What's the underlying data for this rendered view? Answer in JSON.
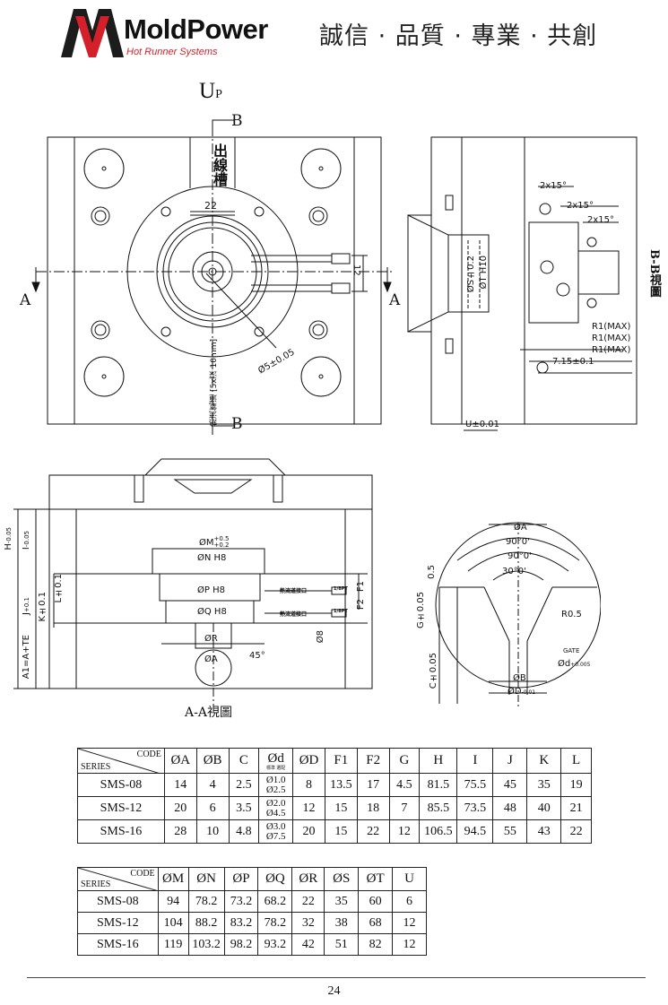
{
  "header": {
    "brand": "MoldPower",
    "tagline": "Hot Runner Systems",
    "slogan": "誠信 · 品質 · 專業 · 共創",
    "brand_red": "#d4202a",
    "brand_dark": "#222222"
  },
  "drawing": {
    "up_main": "U",
    "up_sub": "P",
    "section_b": "B",
    "section_a": "A",
    "slot_label": "出線槽",
    "dim_22": "22",
    "dim_12": "12",
    "dim_s": "ØS±0.2",
    "dim_t": "ØT H10",
    "dim_5": "Ø5±0.05",
    "cut_note": "熱流氧道 [5x深 10mm]",
    "chamfer1": "2x15°",
    "chamfer2": "2x15°",
    "chamfer3": "2x15°",
    "r_max1": "R1(MAX)",
    "r_max2": "R1(MAX)",
    "r_max3": "R1(MAX)",
    "dim_715": "7.15±0.1",
    "dim_u": "U±0.01",
    "view_bb": "B-B視圖",
    "dim_m": "ØM",
    "dim_m_tol_up": "+0.5",
    "dim_m_tol_lo": "+0.2",
    "dim_n": "ØN  H8",
    "dim_p": "ØP  H8",
    "dim_q": "ØQ  H8",
    "dim_r": "ØR",
    "dim_a_small": "ØA",
    "angle45": "45°",
    "dim_8": "Ø8",
    "dim_h": "H",
    "dim_h_tol": "-0.05",
    "dim_i": "I",
    "dim_i_tol": "-0.05",
    "dim_l": "L±0.1",
    "dim_k": "K±0.1",
    "dim_j": "J",
    "dim_j_tol": "+0.1",
    "dim_a1": "A1=A+TE",
    "dim_f1": "F1",
    "dim_f2": "F2",
    "tag1": "熱流道接口",
    "tag2": "熱流道接口",
    "tag3": "1/8PT",
    "tag4": "1/8PT",
    "view_aa": "A-A視圖",
    "gate_a": "ØA",
    "angle90a": "90°0'",
    "angle90b": "90°0'",
    "angle30": "30°0'",
    "dim_05": "0.5",
    "dim_g": "G±0.05",
    "dim_c": "C±0.05",
    "dim_r05": "R0.5",
    "gate_label": "GATE",
    "gate_d": "Ød",
    "gate_tol": "+0.005",
    "dim_b": "ØB",
    "dim_d": "ØD",
    "dim_d_tol": "-0.01"
  },
  "table1": {
    "corner_code": "CODE",
    "corner_series": "SERIES",
    "headers": [
      "ØA",
      "ØB",
      "C",
      "Ød",
      "ØD",
      "F1",
      "F2",
      "G",
      "H",
      "I",
      "J",
      "K",
      "L"
    ],
    "d_sub": "標準 選配",
    "rows": [
      {
        "series": "SMS-08",
        "A": "14",
        "B": "4",
        "C": "2.5",
        "d1": "Ø1.0",
        "d2": "Ø2.5",
        "D": "8",
        "F1": "13.5",
        "F2": "17",
        "G": "4.5",
        "H": "81.5",
        "I": "75.5",
        "J": "45",
        "K": "35",
        "L": "19"
      },
      {
        "series": "SMS-12",
        "A": "20",
        "B": "6",
        "C": "3.5",
        "d1": "Ø2.0",
        "d2": "Ø4.5",
        "D": "12",
        "F1": "15",
        "F2": "18",
        "G": "7",
        "H": "85.5",
        "I": "73.5",
        "J": "48",
        "K": "40",
        "L": "21"
      },
      {
        "series": "SMS-16",
        "A": "28",
        "B": "10",
        "C": "4.8",
        "d1": "Ø3.0",
        "d2": "Ø7.5",
        "D": "20",
        "F1": "15",
        "F2": "22",
        "G": "12",
        "H": "106.5",
        "I": "94.5",
        "J": "55",
        "K": "43",
        "L": "22"
      }
    ]
  },
  "table2": {
    "corner_code": "CODE",
    "corner_series": "SERIES",
    "headers": [
      "ØM",
      "ØN",
      "ØP",
      "ØQ",
      "ØR",
      "ØS",
      "ØT",
      "U"
    ],
    "rows": [
      {
        "series": "SMS-08",
        "M": "94",
        "N": "78.2",
        "P": "73.2",
        "Q": "68.2",
        "R": "22",
        "S": "35",
        "T": "60",
        "U": "6"
      },
      {
        "series": "SMS-12",
        "M": "104",
        "N": "88.2",
        "P": "83.2",
        "Q": "78.2",
        "R": "32",
        "S": "38",
        "T": "68",
        "U": "12"
      },
      {
        "series": "SMS-16",
        "M": "119",
        "N": "103.2",
        "P": "98.2",
        "Q": "93.2",
        "R": "42",
        "S": "51",
        "T": "82",
        "U": "12"
      }
    ]
  },
  "footer": {
    "page": "24"
  }
}
